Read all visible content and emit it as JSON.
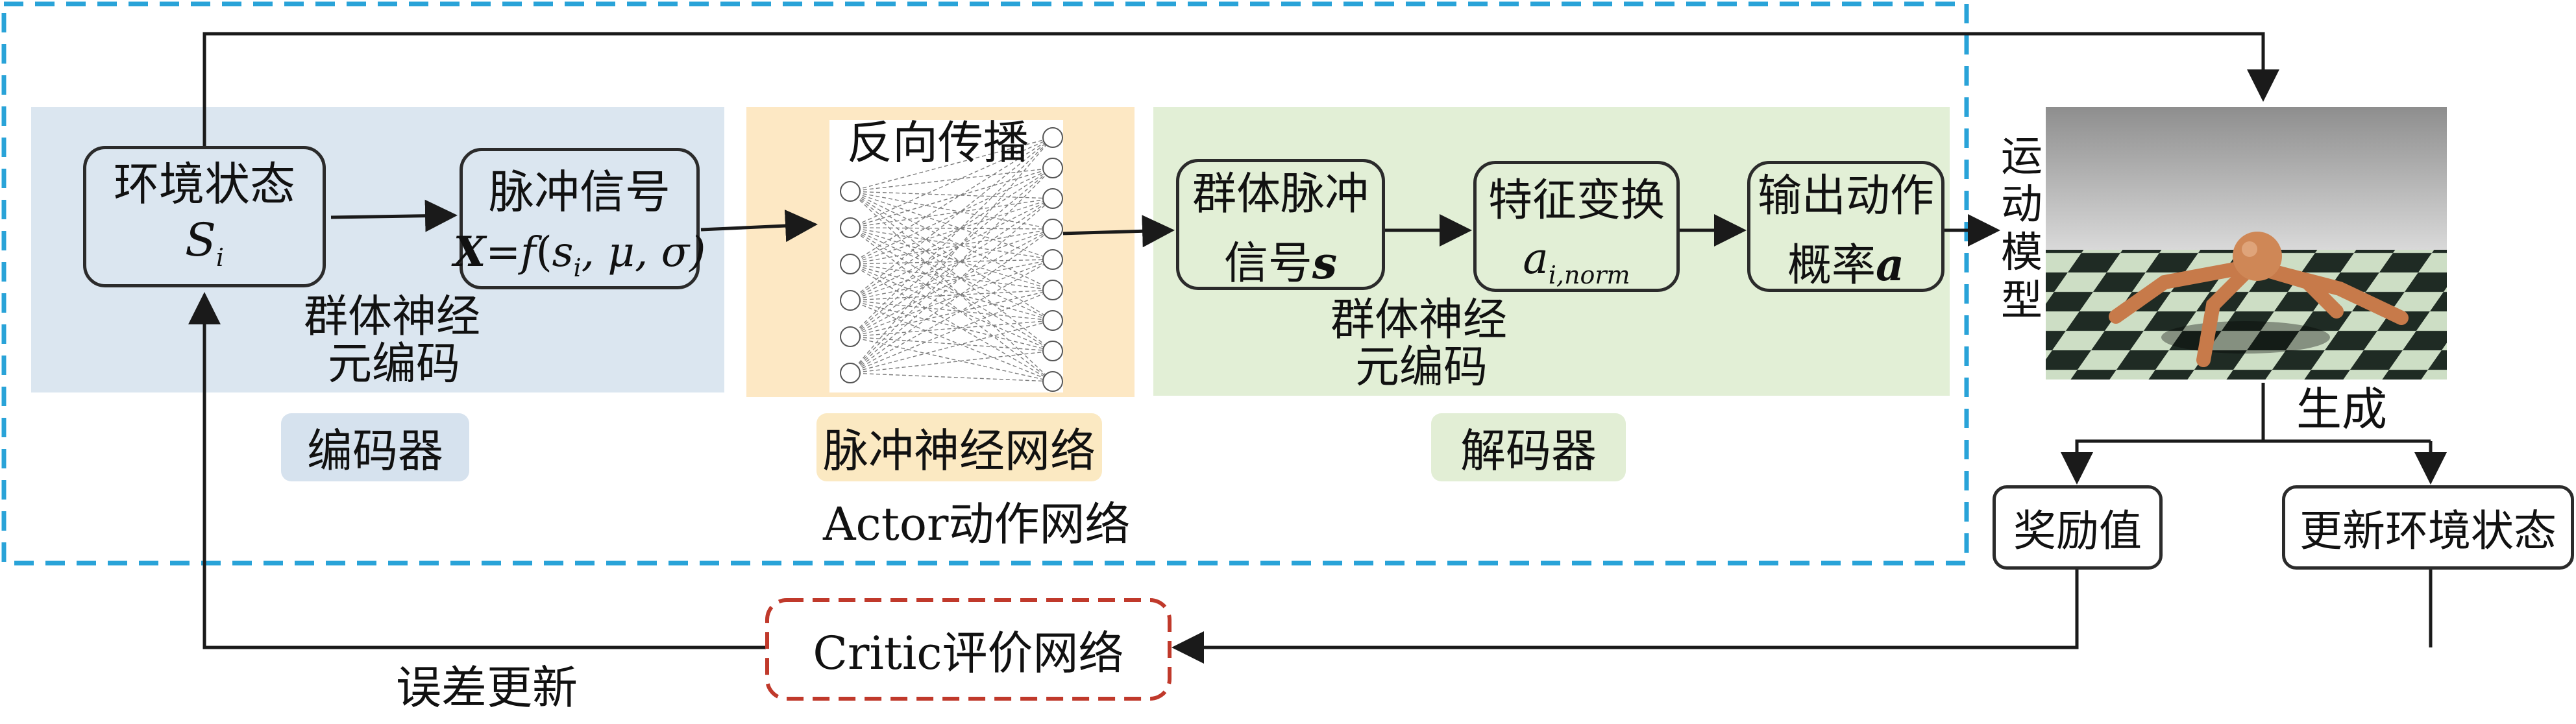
{
  "encoder_region": {
    "state_box": {
      "line1": "环境状态",
      "line2_var": "S",
      "line2_sub": "i"
    },
    "spike_box": {
      "line1": "脉冲信号",
      "X": "X",
      "eq": "=",
      "f": "f",
      "open": "(",
      "s": "s",
      "s_sub": "i",
      "rest": ", μ, σ)"
    },
    "caption_line1": "群体神经",
    "caption_line2": "元编码",
    "tag": "编码器",
    "tag_color": "#d6e2ee"
  },
  "snn_region": {
    "backprop_label": "反向传播",
    "tag": "脉冲神经网络",
    "tag_color": "#fbe9c2"
  },
  "decoder_region": {
    "pop_box": {
      "line1": "群体脉冲",
      "line2_text": "信号",
      "line2_var": "s"
    },
    "feature_box": {
      "line1": "特征变换",
      "var": "a",
      "sub": "i,norm"
    },
    "output_box": {
      "line1": "输出动作",
      "line2_text": "概率",
      "line2_var": "a"
    },
    "caption_line1": "群体神经",
    "caption_line2": "元编码",
    "tag": "解码器",
    "tag_color": "#e2eed5"
  },
  "actor_label": "Actor动作网络",
  "motion_model_label": [
    "运",
    "动",
    "模",
    "型"
  ],
  "generate_label": "生成",
  "reward_box": "奖励值",
  "update_state_box": "更新环境状态",
  "critic_box": "Critic评价网络",
  "error_update_label": "误差更新",
  "colors": {
    "dashed_blue": "#29a3d8",
    "critic_red": "#c0392b",
    "encoder_bg": "#dbe6f0",
    "snn_bg": "#fde8c4",
    "decoder_bg": "#e2efd6"
  }
}
